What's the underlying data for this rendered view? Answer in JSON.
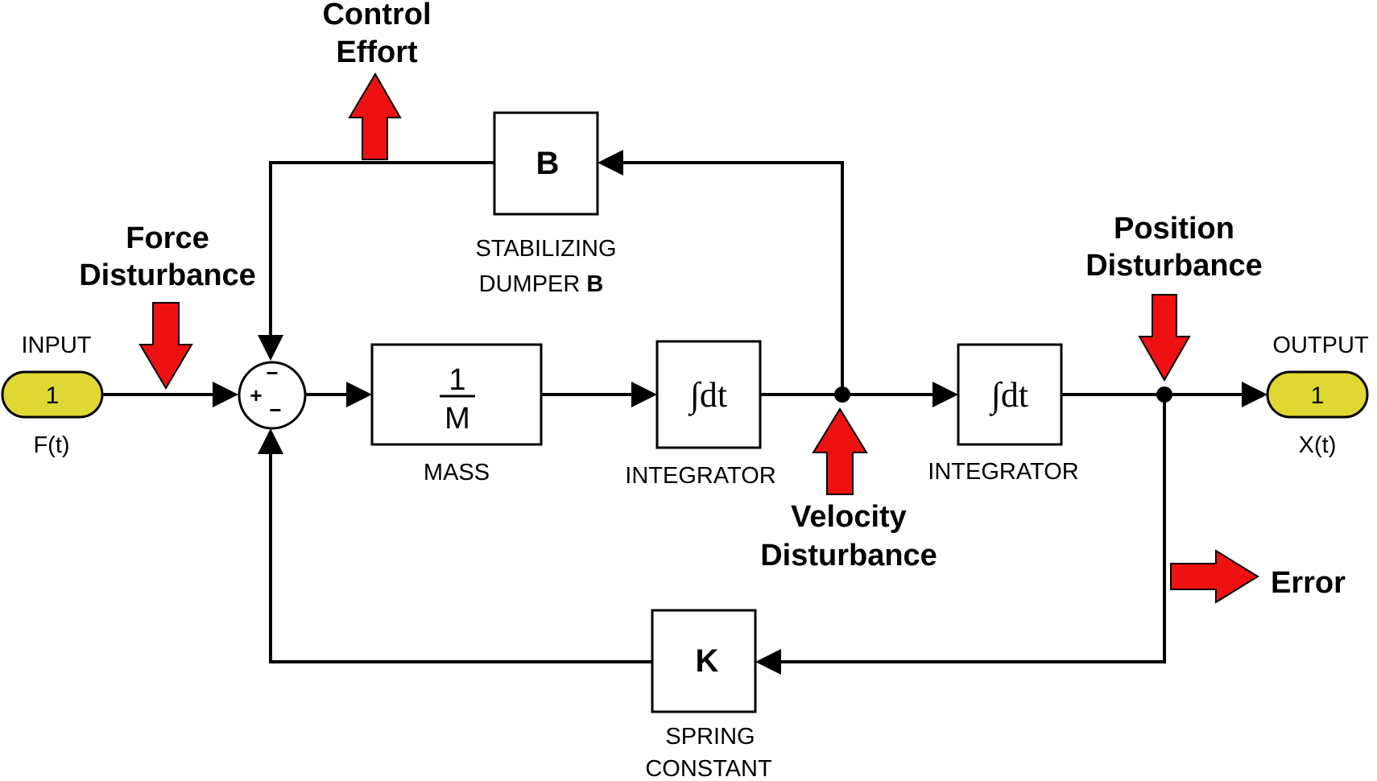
{
  "ports": {
    "input": {
      "label": "INPUT",
      "number": "1",
      "signal": "F(t)",
      "color": "#e0d832"
    },
    "output": {
      "label": "OUTPUT",
      "number": "1",
      "signal": "X(t)",
      "color": "#e0d832"
    }
  },
  "summing_junction": {
    "plus": "+",
    "minus_top": "−",
    "minus_bottom": "−"
  },
  "blocks": {
    "mass": {
      "numerator": "1",
      "denominator": "M",
      "caption": "MASS"
    },
    "integrator1": {
      "text": "∫dt",
      "caption": "INTEGRATOR"
    },
    "integrator2": {
      "text": "∫dt",
      "caption": "INTEGRATOR"
    },
    "damper": {
      "text": "B",
      "caption_line1": "STABILIZING",
      "caption_line2_prefix": "DUMPER ",
      "caption_line2_bold": "B"
    },
    "spring": {
      "text": "K",
      "caption_line1": "SPRING",
      "caption_line2": "CONSTANT"
    }
  },
  "annotations": {
    "control_effort": {
      "line1": "Control",
      "line2": "Effort"
    },
    "force_disturbance": {
      "line1": "Force",
      "line2": "Disturbance"
    },
    "velocity_disturbance": {
      "line1": "Velocity",
      "line2": "Disturbance"
    },
    "position_disturbance": {
      "line1": "Position",
      "line2": "Disturbance"
    },
    "error": {
      "text": "Error"
    }
  },
  "colors": {
    "annotation_arrow": "#ee1111",
    "port_fill": "#e0d832"
  }
}
